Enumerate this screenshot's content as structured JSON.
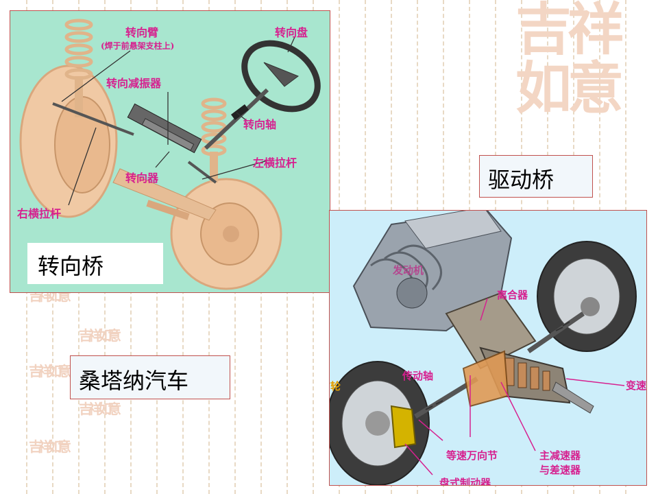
{
  "slide": {
    "labels": {
      "steering_axle": "转向桥",
      "drive_axle": "驱动桥",
      "santana": "桑塔纳汽车"
    },
    "watermark_text": "吉祥如意",
    "colors": {
      "accent_border": "#c0504d",
      "callout": "#d6208f",
      "left_bg": "#a8e6cf",
      "right_bg": "#cdeefa"
    }
  },
  "left_figure": {
    "callouts": {
      "steering_arm": "转向臂",
      "steering_arm_note": "(焊于前悬架支柱上)",
      "steering_wheel": "转向盘",
      "steering_damper": "转向减振器",
      "steering_shaft": "转向轴",
      "left_tie_rod": "左横拉杆",
      "steering_gear": "转向器",
      "right_tie_rod": "右横拉杆"
    }
  },
  "right_figure": {
    "callouts": {
      "engine": "发动机",
      "clutch": "离合器",
      "drive_shaft": "传动轴",
      "wheel_partial": "前轮",
      "transmission_partial": "变速器",
      "cv_joint": "等速万向节",
      "final_drive_line1": "主减速器",
      "final_drive_line2": "与差速器",
      "disc_brake": "盘式制动器"
    }
  }
}
